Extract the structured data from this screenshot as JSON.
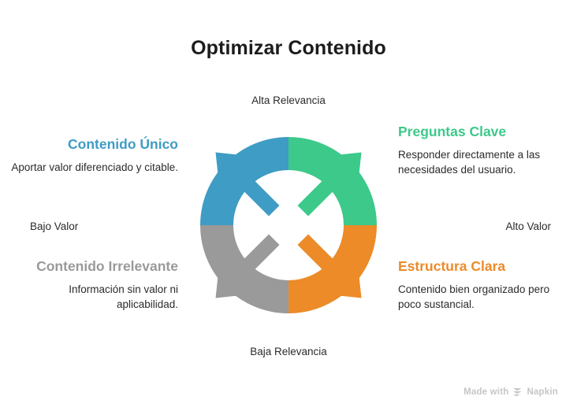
{
  "page": {
    "title": "Optimizar Contenido",
    "background_color": "#ffffff"
  },
  "axes": {
    "top_label": "Alta Relevancia",
    "bottom_label": "Baja Relevancia",
    "left_label": "Bajo Valor",
    "right_label": "Alto Valor"
  },
  "colors": {
    "blue": "#3f9cc4",
    "green": "#3cc98a",
    "orange": "#ec8b28",
    "gray": "#9a9a9a",
    "title": "#1c1c1c",
    "body_text": "#2b2b2b",
    "watermark": "#c6c6c6"
  },
  "quadrants": [
    {
      "id": "contenido-unico",
      "heading": "Contenido Único",
      "body": "Aportar valor diferenciado y citable.",
      "color": "#3f9cc4",
      "position": "top-left"
    },
    {
      "id": "preguntas-clave",
      "heading": "Preguntas Clave",
      "body": "Responder directamente a las necesidades del usuario.",
      "color": "#3cc98a",
      "position": "top-right"
    },
    {
      "id": "contenido-irrelevante",
      "heading": "Contenido Irrelevante",
      "body": "Información sin valor ni aplicabilidad.",
      "color": "#9a9a9a",
      "position": "bottom-left"
    },
    {
      "id": "estructura-clara",
      "heading": "Estructura Clara",
      "body": "Contenido bien organizado pero poco sustancial.",
      "color": "#ec8b28",
      "position": "bottom-right"
    }
  ],
  "diagram": {
    "type": "circular-cycle",
    "segment_count": 4,
    "segments": [
      {
        "name": "top-left-arc",
        "color": "#3f9cc4",
        "arrow_direction": "up-left"
      },
      {
        "name": "top-right-arc",
        "color": "#3cc98a",
        "arrow_direction": "up-right"
      },
      {
        "name": "bottom-right-arc",
        "color": "#ec8b28",
        "arrow_direction": "down-right"
      },
      {
        "name": "bottom-left-arc",
        "color": "#9a9a9a",
        "arrow_direction": "down-left"
      }
    ]
  },
  "watermark": {
    "prefix": "Made with",
    "brand": "Napkin"
  }
}
